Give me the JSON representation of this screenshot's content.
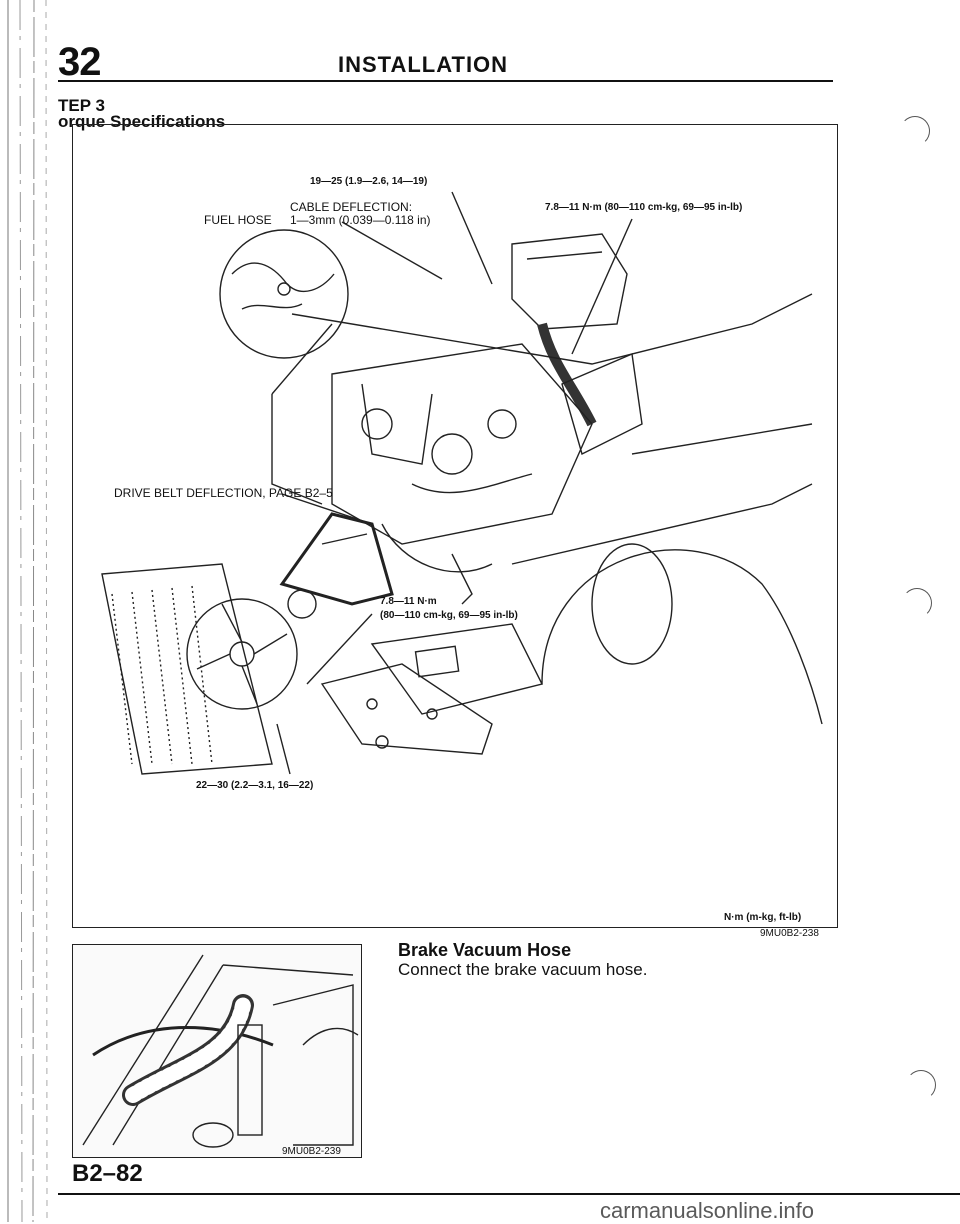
{
  "header": {
    "section_code": "32",
    "chapter_title": "INSTALLATION",
    "step_label": "TEP 3",
    "subtitle": "orque Specifications"
  },
  "diagram": {
    "labels": {
      "torque_top": "19—25 (1.9—2.6, 14—19)",
      "cable_deflection": "CABLE DEFLECTION:",
      "cable_deflection_value": "1—3mm (0.039—0.118 in)",
      "fuel_hose": "FUEL HOSE",
      "torque_air_cleaner": "7.8—11 N·m (80—110 cm-kg, 69—95 in-lb)",
      "drive_belt": "DRIVE BELT DEFLECTION, PAGE B2–5",
      "torque_fan_line1": "7.8—11 N·m",
      "torque_fan_line2": "(80—110 cm-kg, 69—95 in-lb)",
      "torque_radiator": "22—30 (2.2—3.1, 16—22)",
      "units": "N·m (m-kg, ft-lb)"
    },
    "figure_code": "9MU0B2-238"
  },
  "photo": {
    "figure_code": "9MU0B2-239"
  },
  "procedure": {
    "title": "Brake Vacuum Hose",
    "body": "Connect the brake vacuum hose."
  },
  "footer": {
    "page_number": "B2–82",
    "watermark": "carmanualsonline.info"
  }
}
